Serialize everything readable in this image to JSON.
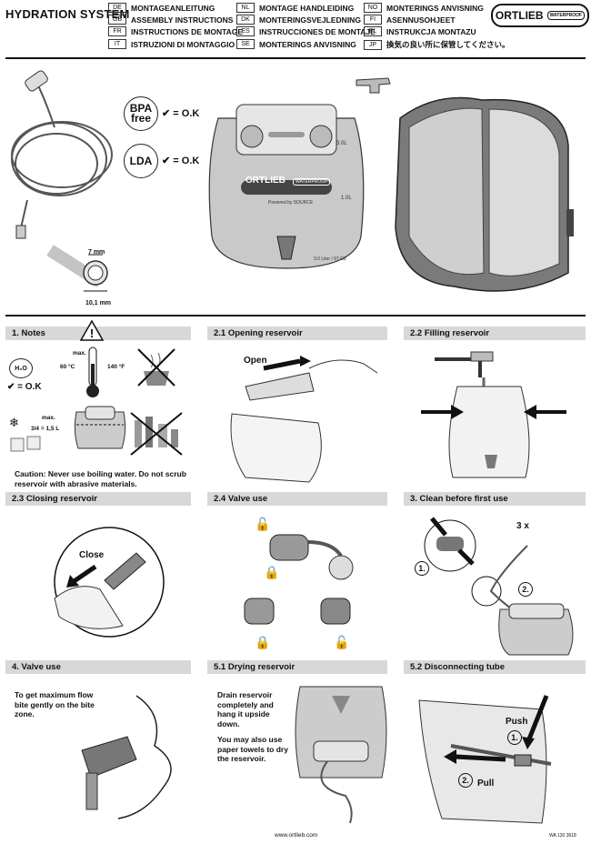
{
  "header": {
    "title": "HYDRATION SYSTEM",
    "brand": "ORTLIEB",
    "brand_tag": "WATERPROOF",
    "languages": [
      {
        "code": "DE",
        "text": "MONTAGEANLEITUNG"
      },
      {
        "code": "GB",
        "text": "ASSEMBLY INSTRUCTIONS"
      },
      {
        "code": "FR",
        "text": "INSTRUCTIONS DE MONTAGE"
      },
      {
        "code": "IT",
        "text": "ISTRUZIONI DI MONTAGGIO"
      },
      {
        "code": "NL",
        "text": "MONTAGE HANDLEIDING"
      },
      {
        "code": "DK",
        "text": "MONTERINGSVEJLEDNING"
      },
      {
        "code": "ES",
        "text": "INSTRUCCIONES DE MONTAJE"
      },
      {
        "code": "SE",
        "text": "MONTERINGS ANVISNING"
      },
      {
        "code": "NO",
        "text": "MONTERINGS ANVISNING"
      },
      {
        "code": "FI",
        "text": "ASENNUSOHJEET"
      },
      {
        "code": "PL",
        "text": "INSTRUKCJA MONTAZU"
      },
      {
        "code": "JP",
        "text": "換気の良い所に保管してください。"
      }
    ]
  },
  "overview": {
    "bpa": "BPA free",
    "ldа": "",
    "lda": "LDA",
    "ok": "= O.K",
    "tube_inner": "7 mm",
    "tube_outer": "10,1 mm",
    "bag_brand": "ORTLIEB",
    "bag_tag": "WATERPROOF",
    "bag_powered": "Powered by SOURCE",
    "bag_volume": "3.0 Liter / 97 OZ",
    "mark_30": "3.0L",
    "mark_10": "1.0L"
  },
  "sections": {
    "s1": {
      "title": "1. Notes",
      "h2o": "H₂O",
      "ok": "= O.K",
      "max": "max.",
      "temp_c": "60 °C",
      "temp_f": "140 °F",
      "max2": "max.",
      "fill": "3/4 = 1,5 L",
      "caution": "Caution: Never use boiling water. Do not scrub reservoir with abrasive materials."
    },
    "s21": {
      "title": "2.1 Opening reservoir",
      "label": "Open"
    },
    "s22": {
      "title": "2.2 Filling reservoir"
    },
    "s23": {
      "title": "2.3 Closing reservoir",
      "label": "Close"
    },
    "s24": {
      "title": "2.4 Valve use"
    },
    "s3": {
      "title": "3. Clean before first use",
      "times": "3 x",
      "n1": "1.",
      "n2": "2."
    },
    "s4": {
      "title": "4. Valve use",
      "text": "To get maximum flow bite gently on the bite zone."
    },
    "s51": {
      "title": "5.1 Drying reservoir",
      "text1": "Drain reservoir completely and hang it upside down.",
      "text2": "You may also use paper towels to dry the reservoir."
    },
    "s52": {
      "title": "5.2 Disconnecting tube",
      "push": "Push",
      "pull": "Pull",
      "n1": "1.",
      "n2": "2."
    }
  },
  "footer": {
    "url": "www.ortlieb.com",
    "code": "WA 120 3618"
  }
}
